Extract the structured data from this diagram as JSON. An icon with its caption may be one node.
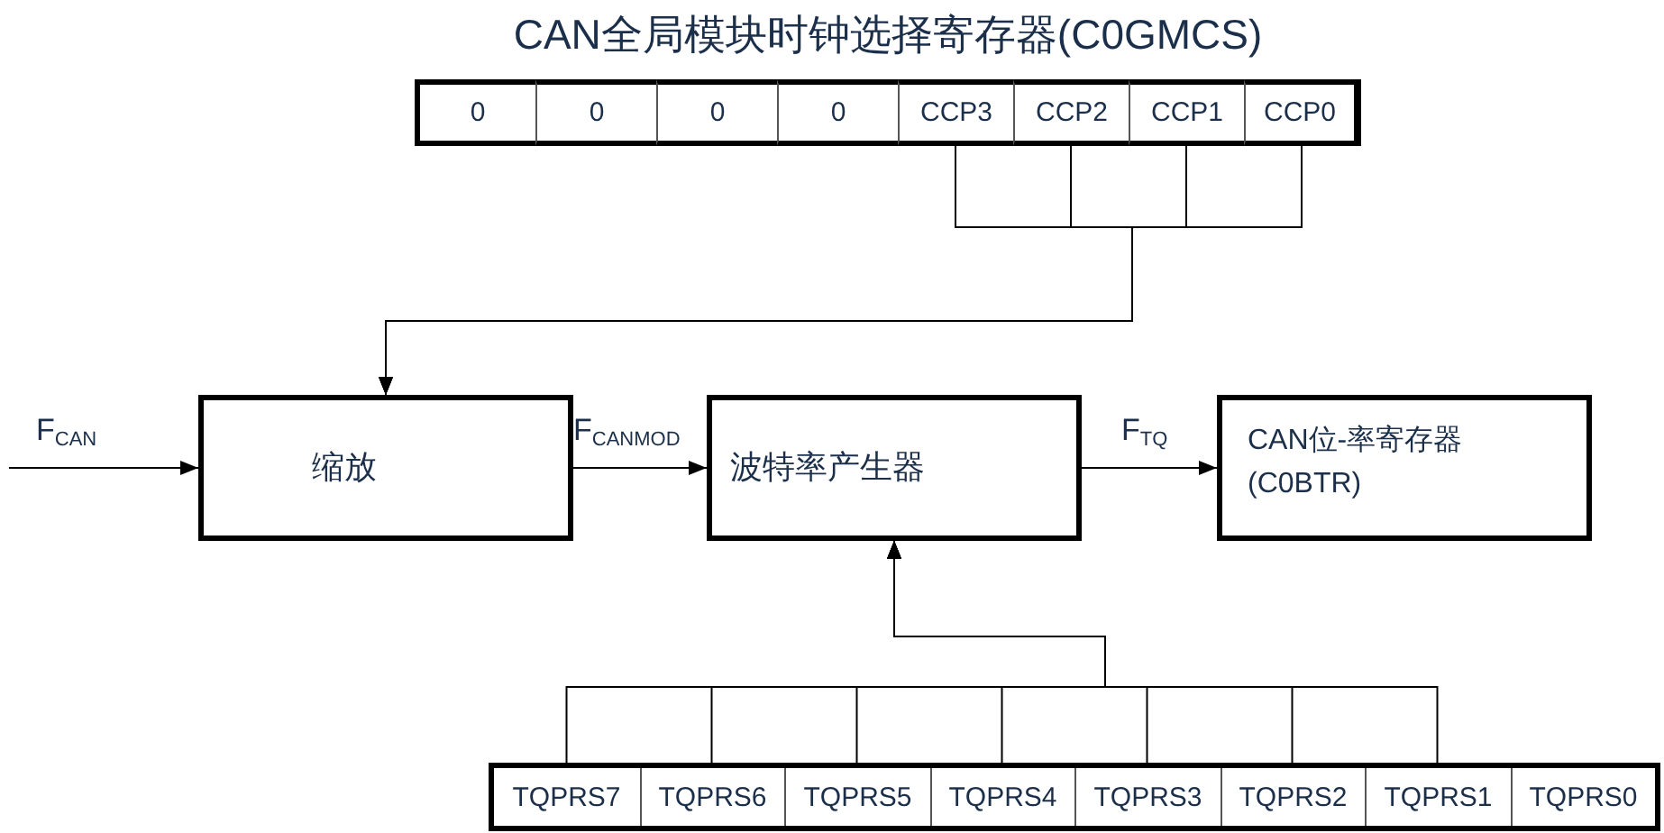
{
  "diagram": {
    "nodes": [
      {
        "text": [
          "CAN全局模块时钟选择寄存器(C0GMCS)"
        ]
      },
      {
        "text": [
          "0"
        ],
        "in": 0
      },
      {
        "text": [
          "0"
        ],
        "in": 0
      },
      {
        "text": [
          "0"
        ],
        "in": 0
      },
      {
        "text": [
          "0"
        ],
        "in": 0
      },
      {
        "text": [
          "CCP3"
        ],
        "in": 0
      },
      {
        "text": [
          "CCP2"
        ],
        "in": 0
      },
      {
        "text": [
          "CCP1"
        ],
        "in": 0
      },
      {
        "text": [
          "CCP0"
        ],
        "in": 0
      },
      {
        "text": [
          "缩放"
        ]
      },
      {
        "text": [
          "波特率产生器"
        ]
      },
      {
        "text": [
          "CAN位-率寄存器 (C0BTR)"
        ]
      },
      {
        "text": [],
        "shape": "box"
      },
      {
        "text": [
          "TQPRS7"
        ],
        "in": 12
      },
      {
        "text": [
          "TQPRS6"
        ],
        "in": 12
      },
      {
        "text": [
          "TQPRS5"
        ],
        "in": 12
      },
      {
        "text": [
          "TQPRS4"
        ],
        "in": 12
      },
      {
        "text": [
          "TQPRS3"
        ],
        "in": 12
      },
      {
        "text": [
          "TQPRS2"
        ],
        "in": 12
      },
      {
        "text": [
          "TQPRS1"
        ],
        "in": 12
      },
      {
        "text": [
          "TQPRS0"
        ],
        "in": 12
      }
    ],
    "edges": [
      {
        "from": null,
        "to": 9,
        "arrow": "to",
        "label": "F$_{CAN}$"
      },
      {
        "from": 5,
        "to": 9,
        "arrow": "to"
      },
      {
        "from": 6,
        "to": 9,
        "arrow": "to"
      },
      {
        "from": 7,
        "to": 9,
        "arrow": "to"
      },
      {
        "from": 8,
        "to": 9,
        "arrow": "to"
      },
      {
        "from": 9,
        "to": 10,
        "arrow": "to",
        "label": "F$_{CANMOD}$"
      },
      {
        "from": 10,
        "to": 11,
        "arrow": "to",
        "label": "F$_{TQ}$"
      },
      {
        "from": 13,
        "to": 10,
        "arrow": "to"
      },
      {
        "from": 14,
        "to": 10,
        "arrow": "to"
      },
      {
        "from": 15,
        "to": 10,
        "arrow": "to"
      },
      {
        "from": 16,
        "to": 10,
        "arrow": "to"
      },
      {
        "from": 17,
        "to": 10,
        "arrow": "to"
      },
      {
        "from": 18,
        "to": 10,
        "arrow": "to"
      },
      {
        "from": 19,
        "to": 10,
        "arrow": "to"
      }
    ]
  }
}
